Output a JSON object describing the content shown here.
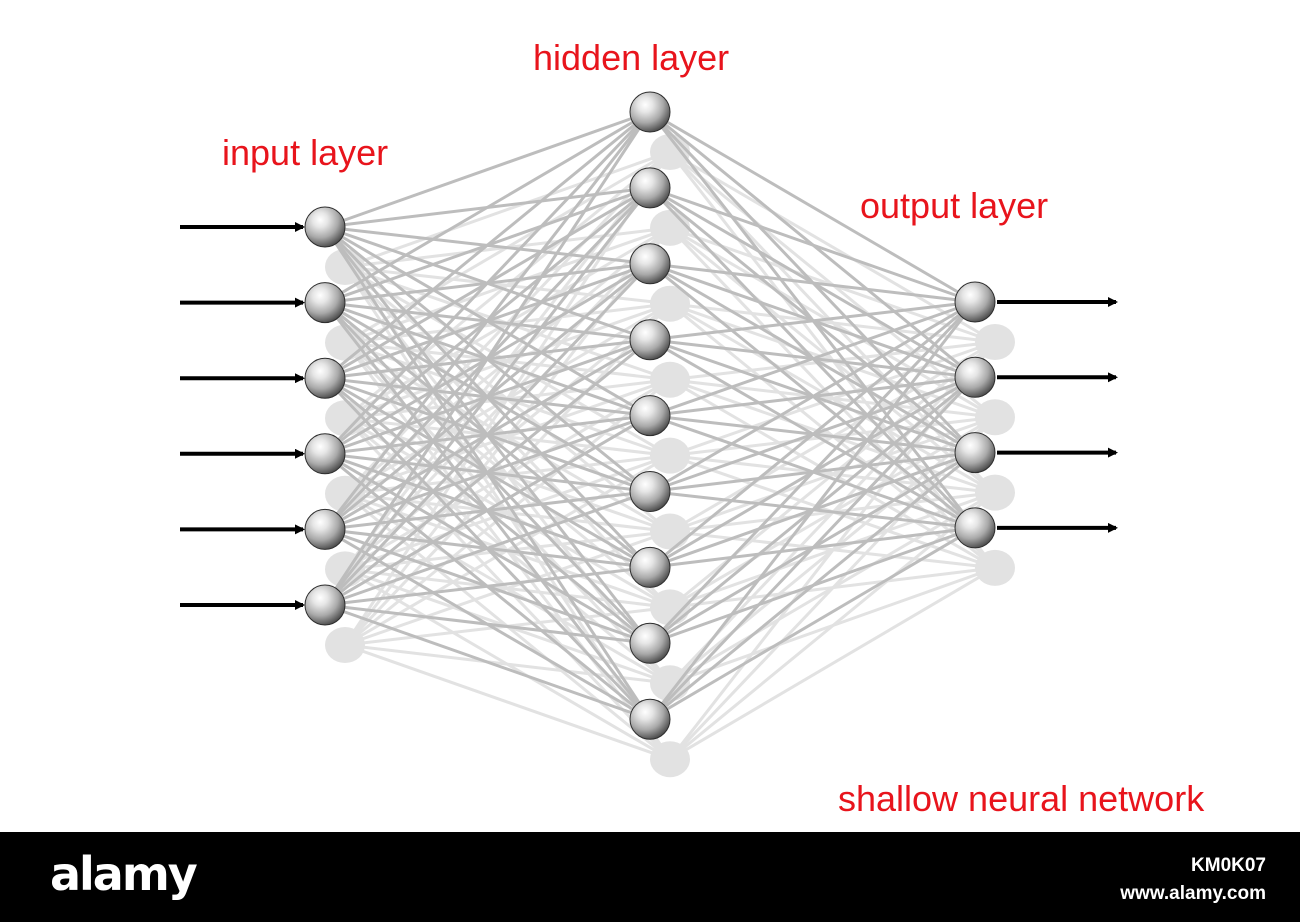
{
  "labels": {
    "hidden_layer": "hidden layer",
    "input_layer": "input layer",
    "output_layer": "output layer",
    "caption": "shallow neural network"
  },
  "network": {
    "input_nodes": 6,
    "hidden_nodes": 9,
    "output_nodes": 4,
    "input_arrows": 6,
    "output_arrows": 4,
    "fully_connected": true
  },
  "colors": {
    "label": "#e8141c",
    "connection": "#bdbdbd",
    "node_light": "#ffffff",
    "node_mid": "#a9a9a9",
    "node_dark": "#3a3a3a",
    "arrow": "#000000",
    "shadow": "#e2e2e2",
    "footer_bg": "#000000",
    "footer_text": "#ffffff"
  },
  "watermark": {
    "brand": "alamy",
    "image_id": "KM0K07",
    "site": "www.alamy.com"
  }
}
